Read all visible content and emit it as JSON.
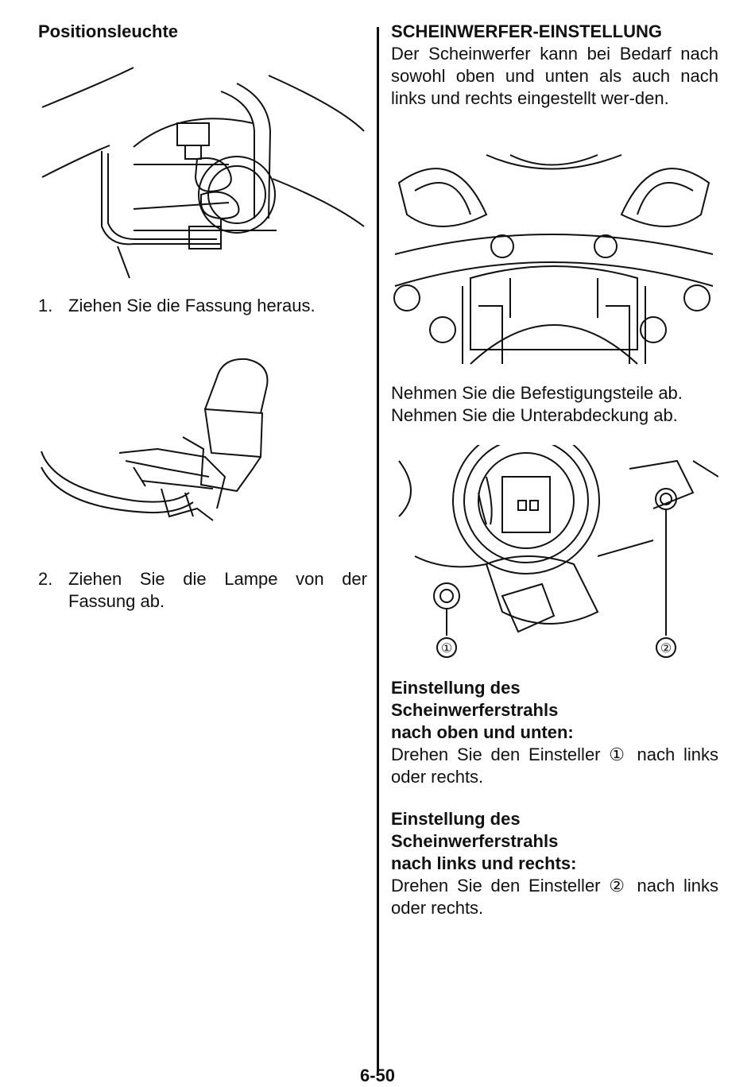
{
  "left": {
    "heading": "Positionsleuchte",
    "step1": {
      "num": "1.",
      "text": "Ziehen Sie die Fassung heraus."
    },
    "step2": {
      "num": "2.",
      "text": "Ziehen Sie die Lampe von der Fassung ab."
    }
  },
  "right": {
    "heading": "SCHEINWERFER-EINSTELLUNG",
    "intro": "Der Scheinwerfer kann bei Bedarf nach sowohl oben und unten als auch nach links und rechts eingestellt wer-den.",
    "remove_line1": "Nehmen Sie die Befestigungsteile ab.",
    "remove_line2": "Nehmen Sie die Unterabdeckung ab.",
    "callout1": "①",
    "callout2": "②",
    "vertical": {
      "title_line1": "Einstellung des",
      "title_line2": "Scheinwerferstrahls",
      "title_line3": "nach oben und unten:",
      "text": "Drehen Sie den Einsteller ① nach links oder rechts."
    },
    "horizontal": {
      "title_line1": "Einstellung des",
      "title_line2": "Scheinwerferstrahls",
      "title_line3": "nach links und rechts:",
      "text": "Drehen Sie den Einsteller ② nach links oder rechts."
    }
  },
  "page_number": "6-50"
}
